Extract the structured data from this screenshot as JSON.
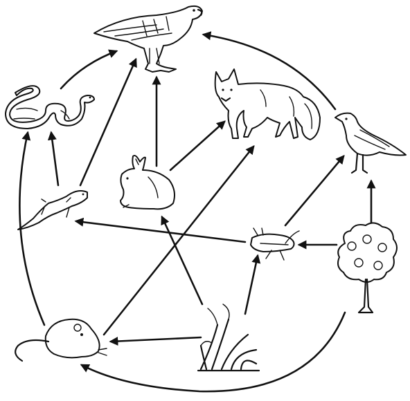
{
  "diagram": {
    "type": "food-web",
    "colors": {
      "ink": "#111111",
      "background": "#ffffff"
    },
    "organisms": [
      {
        "id": "hawk",
        "icon": "hawk-icon"
      },
      {
        "id": "snake",
        "icon": "snake-icon"
      },
      {
        "id": "fox",
        "icon": "fox-icon"
      },
      {
        "id": "bird",
        "icon": "songbird-icon"
      },
      {
        "id": "lizard",
        "icon": "lizard-icon"
      },
      {
        "id": "rabbit",
        "icon": "rabbit-icon"
      },
      {
        "id": "grasshopper",
        "icon": "grasshopper-icon"
      },
      {
        "id": "tree",
        "icon": "tree-icon"
      },
      {
        "id": "mouse",
        "icon": "mouse-icon"
      },
      {
        "id": "grass",
        "icon": "grass-icon"
      }
    ],
    "arrows": [
      {
        "from": "snake",
        "to": "hawk"
      },
      {
        "from": "lizard",
        "to": "hawk"
      },
      {
        "from": "rabbit",
        "to": "hawk"
      },
      {
        "from": "bird",
        "to": "hawk"
      },
      {
        "from": "lizard",
        "to": "snake"
      },
      {
        "from": "mouse",
        "to": "snake"
      },
      {
        "from": "rabbit",
        "to": "fox"
      },
      {
        "from": "mouse",
        "to": "fox"
      },
      {
        "from": "grasshopper",
        "to": "lizard"
      },
      {
        "from": "grasshopper",
        "to": "bird"
      },
      {
        "from": "tree",
        "to": "bird"
      },
      {
        "from": "tree",
        "to": "grasshopper"
      },
      {
        "from": "grass",
        "to": "grasshopper"
      },
      {
        "from": "grass",
        "to": "rabbit"
      },
      {
        "from": "grass",
        "to": "mouse"
      },
      {
        "from": "tree",
        "to": "mouse"
      }
    ]
  }
}
